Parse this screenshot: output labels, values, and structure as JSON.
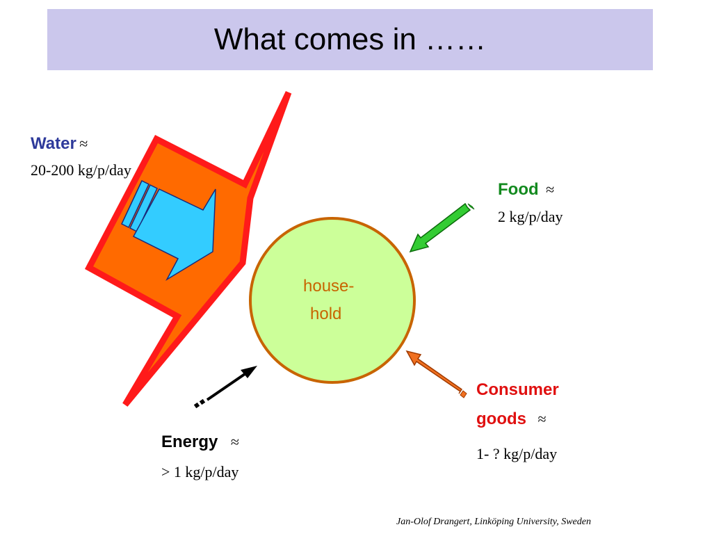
{
  "title": "What comes in ……",
  "center": {
    "line1": "house-",
    "line2": "hold"
  },
  "approx_symbol": "≈",
  "inputs": {
    "water": {
      "name": "Water",
      "amount": "20-200 kg/p/day",
      "color": "#2e3a9b"
    },
    "food": {
      "name": "Food",
      "amount": "2 kg/p/day",
      "color": "#138a1f"
    },
    "energy": {
      "name": "Energy",
      "amount": "> 1 kg/p/day",
      "color": "#000000"
    },
    "consumer": {
      "name_line1": "Consumer",
      "name_line2": "goods",
      "amount": "1- ? kg/p/day",
      "color": "#e01010"
    }
  },
  "footer": "Jan-Olof Drangert, Linköping University, Sweden",
  "colors": {
    "title_bar": "#cbc7ec",
    "bolt_fill": "#ff6a00",
    "bolt_stroke": "#ff1a1a",
    "water_arrow": "#33ccff",
    "circle_fill": "#ccff99",
    "circle_stroke": "#c86400",
    "food_arrow": "#33cc33",
    "consumer_arrow": "#f07020",
    "energy_arrow": "#000000"
  }
}
